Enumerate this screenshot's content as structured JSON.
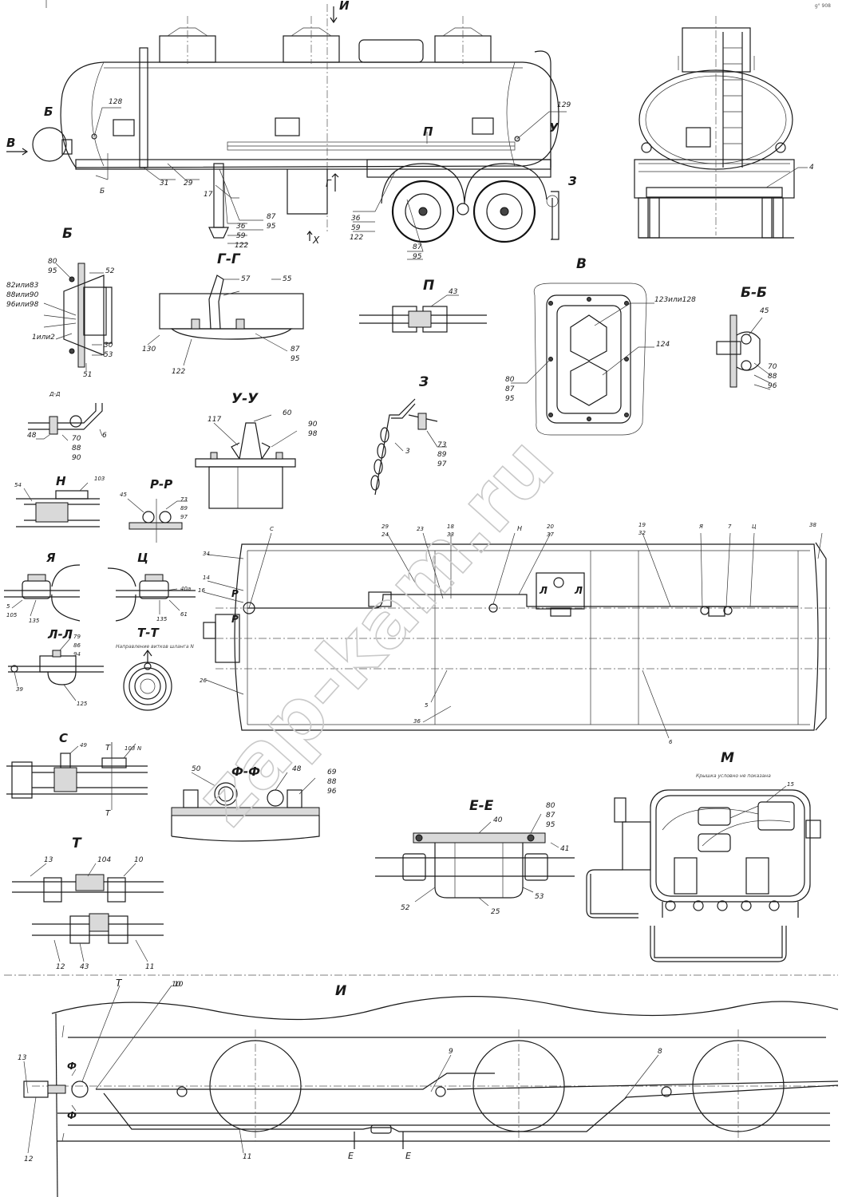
{
  "corner_mark": "g° 908",
  "watermark": "zap-kam.ru",
  "views": {
    "side": {
      "arrows": [
        "И",
        "В",
        "Х"
      ],
      "labels": [
        "128",
        "129",
        "31",
        "29",
        "17",
        "87",
        "95",
        "36",
        "59",
        "122",
        "87",
        "95",
        "36",
        "59",
        "122",
        "Б",
        "Б",
        "П",
        "У",
        "Г",
        "З"
      ]
    },
    "rear": {
      "labels": [
        "4"
      ]
    },
    "detail_B": {
      "title": "Б",
      "labels": [
        "80",
        "95",
        "52",
        "82или83",
        "88или90",
        "96или98",
        "1или2",
        "30",
        "53",
        "51"
      ]
    },
    "section_GG": {
      "title": "Г-Г",
      "labels": [
        "57",
        "55",
        "130",
        "87",
        "95",
        "122"
      ]
    },
    "detail_P": {
      "title": "П",
      "labels": [
        "43"
      ]
    },
    "detail_V": {
      "title": "В",
      "labels": [
        "123или128",
        "124",
        "80",
        "87",
        "95"
      ]
    },
    "section_BB": {
      "title": "Б-Б",
      "labels": [
        "45",
        "70",
        "88",
        "96"
      ]
    },
    "section_DD": {
      "title": "Д-Д",
      "labels": [
        "48",
        "70",
        "88",
        "90",
        "6"
      ]
    },
    "section_UU": {
      "title": "У-У",
      "labels": [
        "117",
        "60",
        "90",
        "98"
      ]
    },
    "detail_Z": {
      "title": "З",
      "labels": [
        "3",
        "73",
        "89",
        "97"
      ]
    },
    "detail_N": {
      "title": "Н",
      "labels": [
        "54",
        "103"
      ]
    },
    "section_RR": {
      "title": "Р-Р",
      "labels": [
        "45",
        "73",
        "89",
        "97"
      ]
    },
    "detail_Ya": {
      "title": "Я",
      "labels": [
        "5",
        "105",
        "135"
      ]
    },
    "detail_Ts": {
      "title": "Ц",
      "labels": [
        "40а",
        "135",
        "61"
      ]
    },
    "section_LL": {
      "title": "Л-Л",
      "labels": [
        "79",
        "86",
        "94",
        "39",
        "125"
      ]
    },
    "section_TT": {
      "title": "Т-Т",
      "note": "Направление витков шланга N"
    },
    "plan": {
      "labels": [
        "34",
        "14",
        "16",
        "C",
        "29",
        "24",
        "23",
        "18",
        "33",
        "Н",
        "20",
        "37",
        "19",
        "32",
        "Я",
        "7",
        "Ц",
        "38",
        "26",
        "5",
        "36",
        "6",
        "Л",
        "Л",
        "Р",
        "Р"
      ]
    },
    "detail_S": {
      "title": "С",
      "labels": [
        "49",
        "Т",
        "103",
        "N",
        "Т"
      ]
    },
    "section_FF": {
      "title": "Ф-Ф",
      "labels": [
        "50",
        "48",
        "69",
        "88",
        "96",
        "10"
      ]
    },
    "section_EE": {
      "title": "Е-Е",
      "labels": [
        "40",
        "80",
        "87",
        "95",
        "41",
        "52",
        "25",
        "53"
      ]
    },
    "detail_M": {
      "title": "М",
      "note": "Крышка условно не показана",
      "labels": [
        "15"
      ]
    },
    "detail_T": {
      "title": "Т",
      "labels": [
        "13",
        "104",
        "10",
        "12",
        "43",
        "11"
      ]
    },
    "view_I": {
      "title": "И",
      "labels": [
        "13",
        "Т",
        "10",
        "Ф",
        "Ф",
        "9",
        "8",
        "12",
        "11",
        "Е",
        "Е"
      ]
    }
  }
}
